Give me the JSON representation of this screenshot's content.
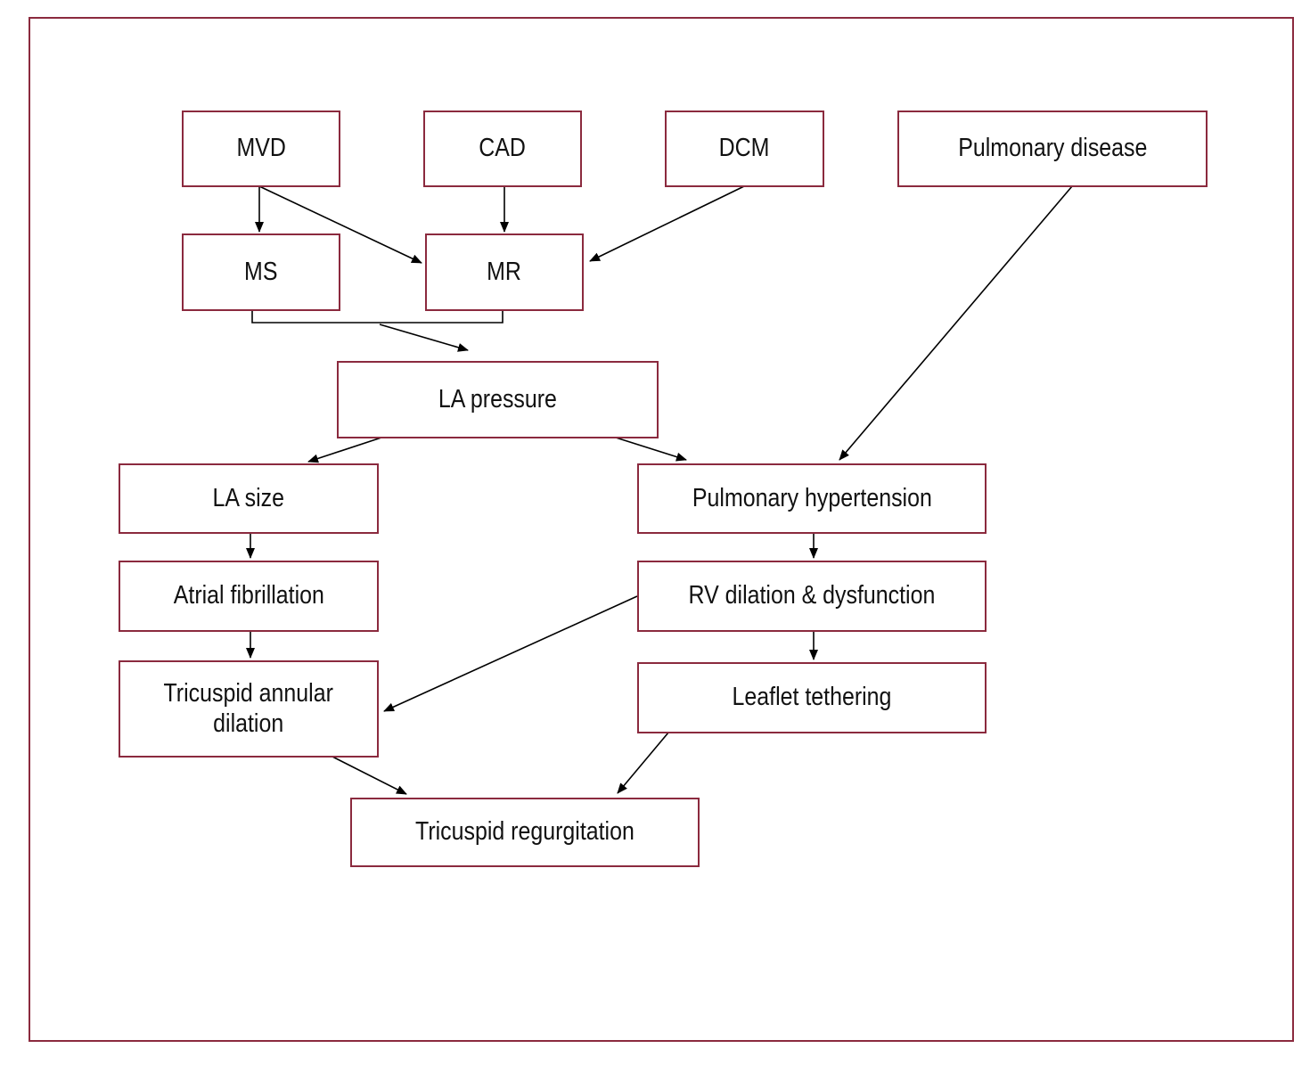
{
  "diagram": {
    "type": "flowchart",
    "colors": {
      "border": "#8b2a3e",
      "line": "#000000",
      "text": "#111111"
    },
    "nodes": {
      "mvd": "MVD",
      "cad": "CAD",
      "dcm": "DCM",
      "pulmonary_disease": "Pulmonary disease",
      "ms": "MS",
      "mr": "MR",
      "la_pressure": "LA pressure",
      "la_size": "LA size",
      "pulmonary_hypertension": "Pulmonary hypertension",
      "atrial_fibrillation": "Atrial fibrillation",
      "rv_dilation": "RV dilation & dysfunction",
      "tricuspid_annular_dilation": "Tricuspid annular\ndilation",
      "leaflet_tethering": "Leaflet tethering",
      "tricuspid_regurgitation": "Tricuspid regurgitation"
    },
    "edges": [
      {
        "from": "MVD",
        "to": "MS"
      },
      {
        "from": "MVD",
        "to": "MR"
      },
      {
        "from": "CAD",
        "to": "MR"
      },
      {
        "from": "DCM",
        "to": "MR"
      },
      {
        "from": "MS",
        "to": "LA pressure"
      },
      {
        "from": "MR",
        "to": "LA pressure"
      },
      {
        "from": "LA pressure",
        "to": "LA size"
      },
      {
        "from": "LA pressure",
        "to": "Pulmonary hypertension"
      },
      {
        "from": "Pulmonary disease",
        "to": "Pulmonary hypertension"
      },
      {
        "from": "LA size",
        "to": "Atrial fibrillation"
      },
      {
        "from": "Pulmonary hypertension",
        "to": "RV dilation & dysfunction"
      },
      {
        "from": "Atrial fibrillation",
        "to": "Tricuspid annular dilation"
      },
      {
        "from": "RV dilation & dysfunction",
        "to": "Tricuspid annular dilation"
      },
      {
        "from": "RV dilation & dysfunction",
        "to": "Leaflet tethering"
      },
      {
        "from": "Tricuspid annular dilation",
        "to": "Tricuspid regurgitation"
      },
      {
        "from": "Leaflet tethering",
        "to": "Tricuspid regurgitation"
      }
    ]
  }
}
